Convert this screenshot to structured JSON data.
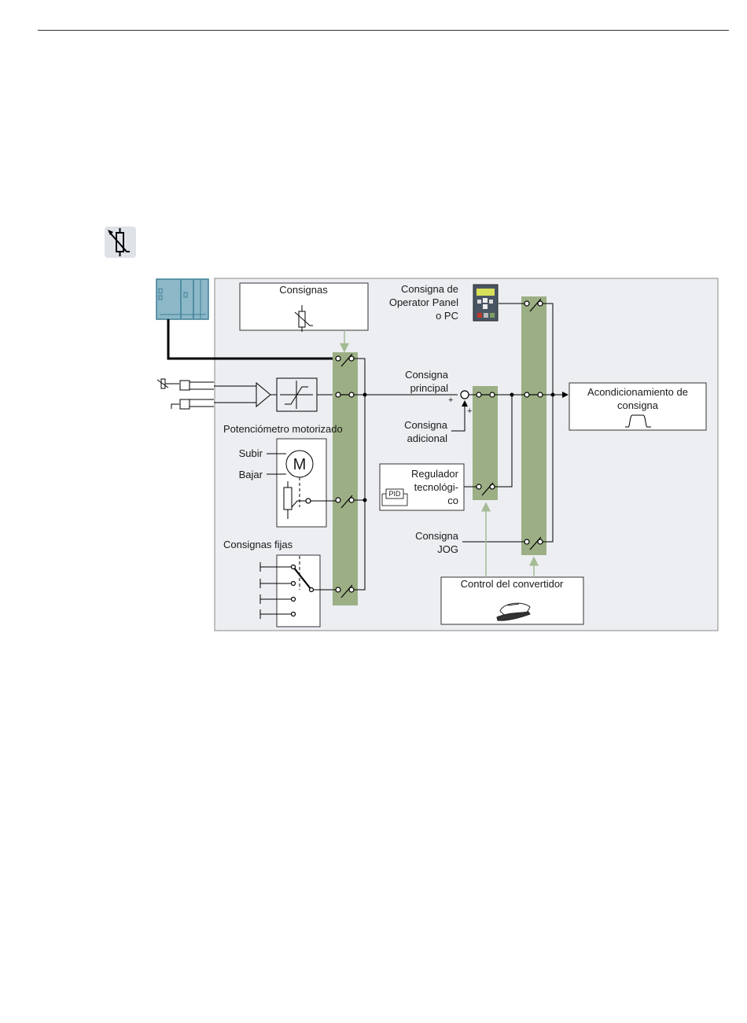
{
  "labels": {
    "consignas": "Consignas",
    "op_panel_1": "Consigna de",
    "op_panel_2": "Operator Panel",
    "op_panel_3": "o PC",
    "main_1": "Consigna",
    "main_2": "principal",
    "add_1": "Consigna",
    "add_2": "adicional",
    "motpot": "Potenciómetro motorizado",
    "subir": "Subir",
    "bajar": "Bajar",
    "motor": "M",
    "pid_1": "Regulador",
    "pid_2": "tecnológi-",
    "pid_3": "co",
    "pid_tag": "PID",
    "jog_1": "Consigna",
    "jog_2": "JOG",
    "fixed": "Consignas fijas",
    "acond_1": "Acondicionamiento de",
    "acond_2": "consigna",
    "control": "Control del convertidor",
    "plus_main": "+",
    "plus_add": "+"
  },
  "colors": {
    "panel_bg": "#eceef2",
    "switch_bar": "#9caf84",
    "arrow_green": "#a4bb94",
    "plc_body": "#8db8c8",
    "plc_border": "#3f7f96",
    "wire": "#000000"
  },
  "icons": {
    "badge": "potentiometer-icon",
    "plc": "plc-icon",
    "operator_panel": "operator-panel-icon",
    "cap": "officer-cap-icon"
  }
}
